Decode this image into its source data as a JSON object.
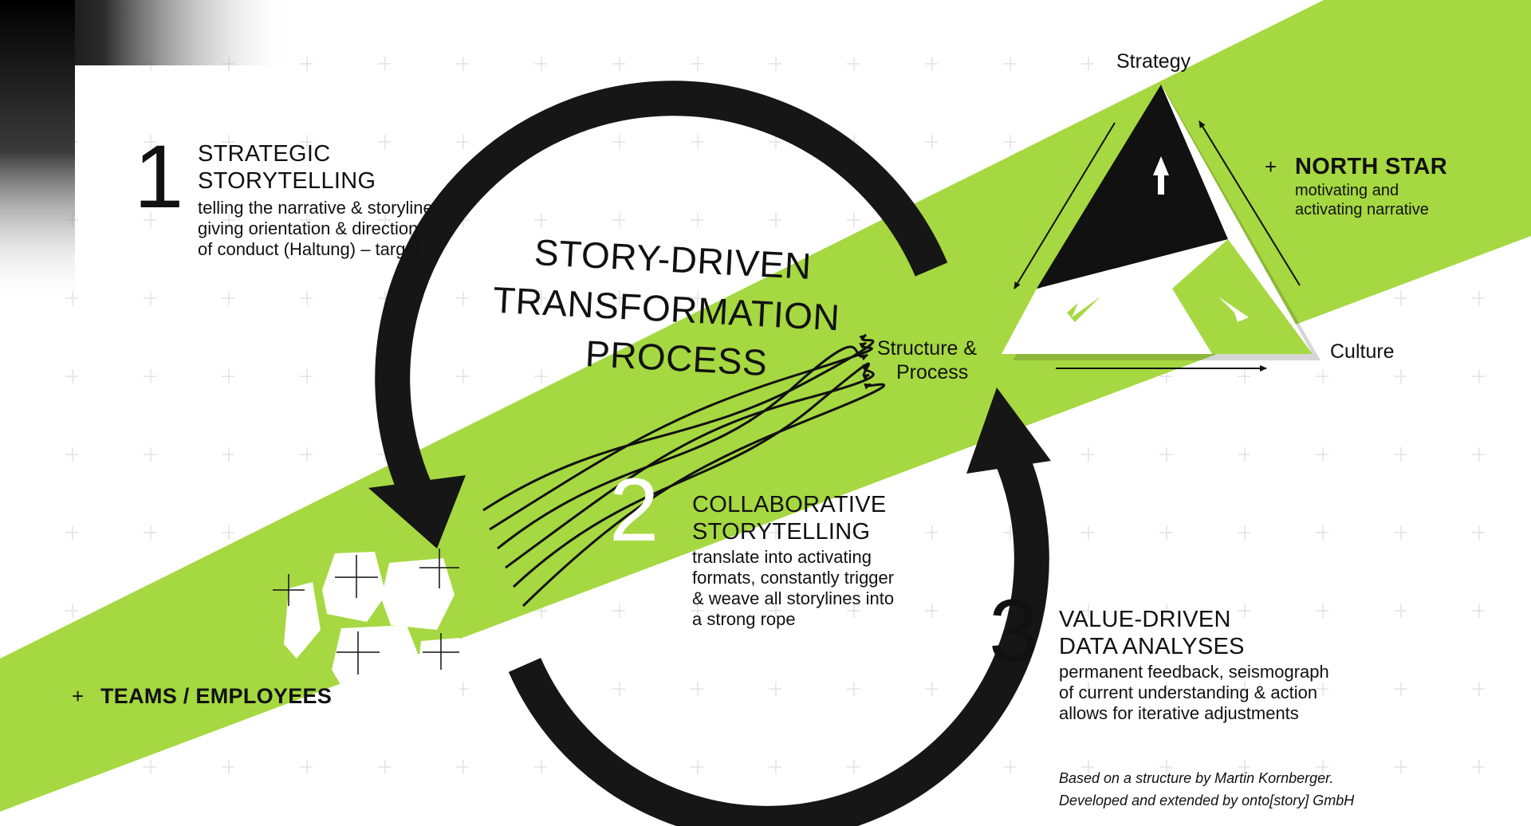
{
  "colors": {
    "accent_green": "#a6d841",
    "ink": "#111111",
    "white": "#ffffff"
  },
  "title": {
    "line1": "STORY-DRIVEN",
    "line2": "TRANSFORMATION",
    "line3": "PROCESS"
  },
  "step1": {
    "number": "1",
    "heading_line1": "STRATEGIC",
    "heading_line2": "STORYTELLING",
    "desc_line1": "telling the narrative & storyline",
    "desc_line2": "giving orientation & direction",
    "desc_line3": "of conduct (Haltung) – target"
  },
  "step2": {
    "number": "2",
    "heading_line1": "COLLABORATIVE",
    "heading_line2": "STORYTELLING",
    "desc_line1": "translate into activating",
    "desc_line2": "formats, constantly trigger",
    "desc_line3": "& weave all storylines into",
    "desc_line4": "a strong rope"
  },
  "step3": {
    "number": "3",
    "heading_line1": "VALUE-DRIVEN",
    "heading_line2": "DATA ANALYSES",
    "desc_line1": "permanent feedback, seismograph",
    "desc_line2": "of current understanding & action",
    "desc_line3": "allows for iterative adjustments"
  },
  "triangle": {
    "top_label": "Strategy",
    "left_label_line1": "Structure &",
    "left_label_line2": "Process",
    "right_label": "Culture"
  },
  "north_star": {
    "plus": "+",
    "heading": "NORTH STAR",
    "desc_line1": "motivating and",
    "desc_line2": "activating narrative"
  },
  "teams": {
    "plus": "+",
    "label": "TEAMS / EMPLOYEES"
  },
  "credit": {
    "line1": "Based on a structure by Martin Kornberger.",
    "line2": "Developed and extended by onto[story] GmbH"
  }
}
